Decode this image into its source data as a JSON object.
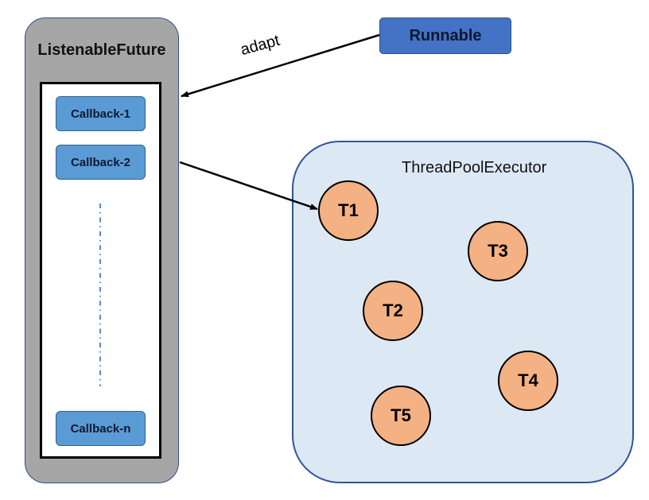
{
  "listenable_future": {
    "title": "ListenableFuture",
    "callbacks": [
      "Callback-1",
      "Callback-2",
      "Callback-n"
    ]
  },
  "runnable": {
    "label": "Runnable"
  },
  "adapt_label": "adapt",
  "thread_pool": {
    "title": "ThreadPoolExecutor",
    "threads": [
      "T1",
      "T2",
      "T3",
      "T4",
      "T5"
    ]
  },
  "colors": {
    "container_gray": "#a6a6a6",
    "callback_blue": "#5b9bd5",
    "runnable_blue": "#4472c4",
    "pool_fill": "#dde8f5",
    "pool_border": "#2f5597",
    "thread_orange": "#f4b183"
  }
}
